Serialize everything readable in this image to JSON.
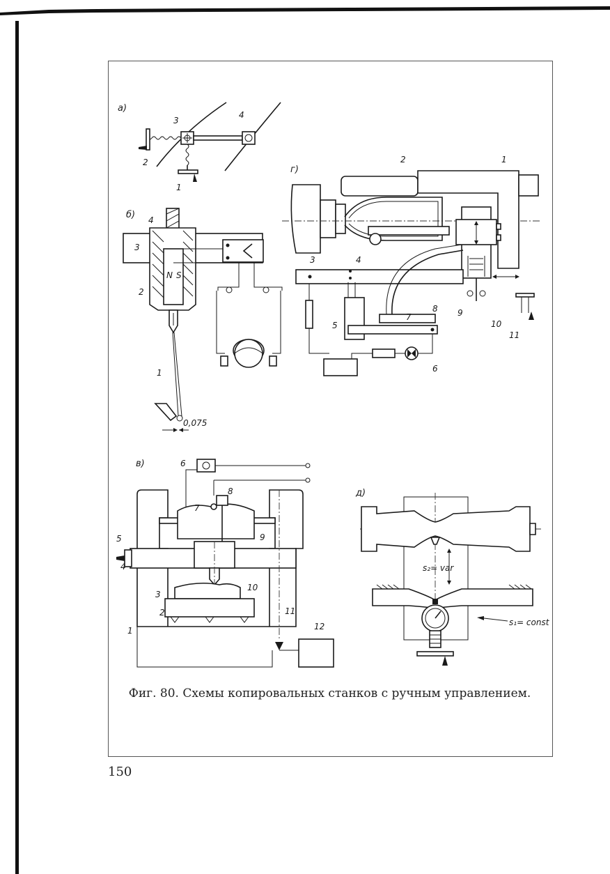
{
  "caption": "Фиг. 80. Схемы копировальных станков с ручным управлением.",
  "page_number": "150",
  "panels": {
    "a": {
      "letter": "а)",
      "labels": [
        "1",
        "2",
        "3",
        "4"
      ]
    },
    "b": {
      "letter": "б)",
      "labels": [
        "1",
        "2",
        "3",
        "4"
      ],
      "pole_n": "N",
      "pole_s": "S",
      "dimension": "0,075"
    },
    "v": {
      "letter": "в)",
      "labels": [
        "1",
        "2",
        "3",
        "4",
        "5",
        "6",
        "7",
        "8",
        "9",
        "10",
        "11",
        "12"
      ]
    },
    "g": {
      "letter": "г)",
      "labels": [
        "1",
        "2",
        "3",
        "4",
        "5",
        "6",
        "7",
        "8",
        "9",
        "10",
        "11"
      ]
    },
    "d": {
      "letter": "д)",
      "s2": "s₂= var",
      "s1": "s₁= const"
    }
  }
}
